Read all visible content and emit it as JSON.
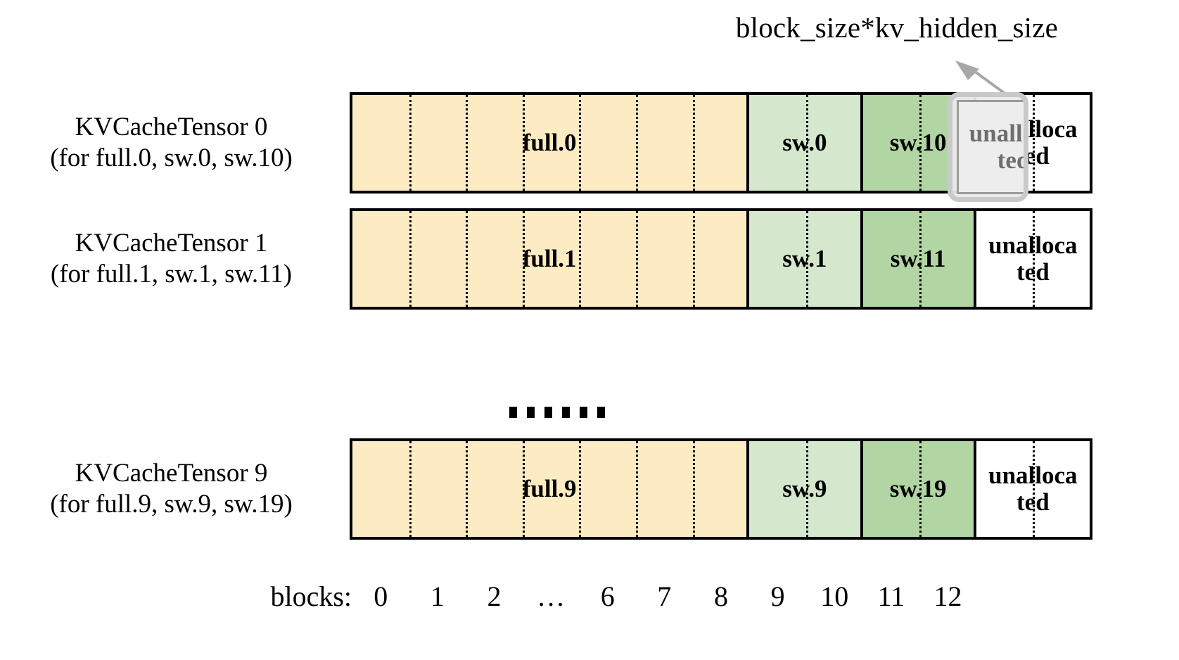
{
  "annotation": {
    "callout_label": "block_size*kv_hidden_size",
    "arrow_icon": "arrow-up-left-icon",
    "highlight_label": "unalloca ted"
  },
  "colors": {
    "full_block": "#FCEBC3",
    "sliding_window_light": "#D5E8CE",
    "sliding_window_dark": "#B2D6A3",
    "unallocated": "#FFFFFF",
    "outline": "#000000",
    "highlight_fill": "#EDEDED",
    "highlight_border": "#C9C9C9",
    "highlight_text": "#6E6E6E"
  },
  "rows": [
    {
      "title": "KVCacheTensor 0",
      "subtitle": "(for full.0, sw.0, sw.10)",
      "segments": [
        {
          "label": "full.0",
          "kind": "full",
          "blocks": 7
        },
        {
          "label": "sw.0",
          "kind": "sw-light",
          "blocks": 2
        },
        {
          "label": "sw.10",
          "kind": "sw-dark",
          "blocks": 2
        },
        {
          "label": "unalloca ted",
          "kind": "unalloc",
          "blocks": 2
        }
      ]
    },
    {
      "title": "KVCacheTensor 1",
      "subtitle": "(for full.1, sw.1, sw.11)",
      "segments": [
        {
          "label": "full.1",
          "kind": "full",
          "blocks": 7
        },
        {
          "label": "sw.1",
          "kind": "sw-light",
          "blocks": 2
        },
        {
          "label": "sw.11",
          "kind": "sw-dark",
          "blocks": 2
        },
        {
          "label": "unalloca ted",
          "kind": "unalloc",
          "blocks": 2
        }
      ]
    },
    {
      "title": "KVCacheTensor 9",
      "subtitle": "(for full.9, sw.9, sw.19)",
      "segments": [
        {
          "label": "full.9",
          "kind": "full",
          "blocks": 7
        },
        {
          "label": "sw.9",
          "kind": "sw-light",
          "blocks": 2
        },
        {
          "label": "sw.19",
          "kind": "sw-dark",
          "blocks": 2
        },
        {
          "label": "unalloca ted",
          "kind": "unalloc",
          "blocks": 2
        }
      ]
    }
  ],
  "vertical_ellipsis": {
    "dots": 6
  },
  "axis": {
    "title": "blocks:",
    "ticks": [
      "0",
      "1",
      "2",
      "…",
      "6",
      "7",
      "8",
      "9",
      "10",
      "11",
      "12"
    ]
  }
}
